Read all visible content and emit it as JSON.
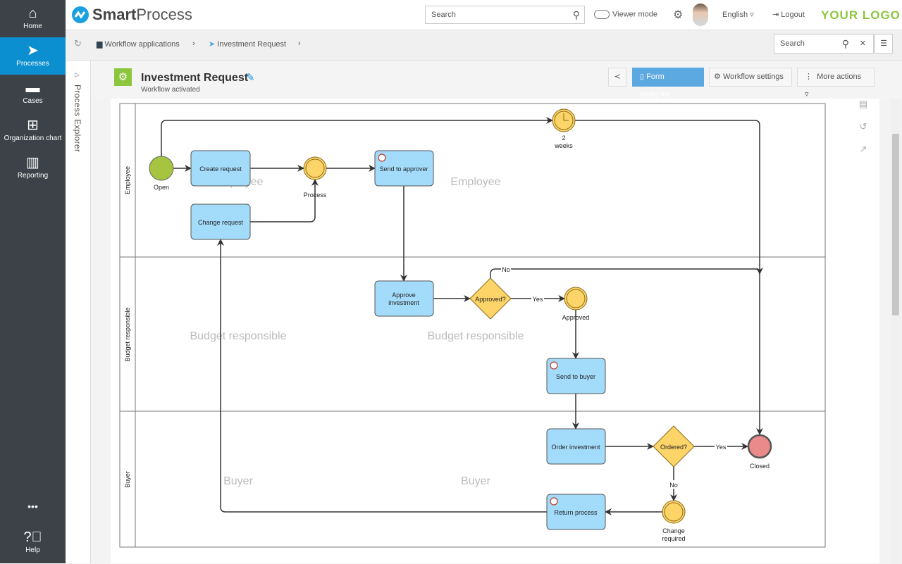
{
  "sidebar": {
    "items": [
      {
        "label": "Home",
        "icon": "home-icon"
      },
      {
        "label": "Processes",
        "icon": "processes-icon",
        "active": true
      },
      {
        "label": "Cases",
        "icon": "folder-icon"
      },
      {
        "label": "Organization chart",
        "icon": "org-chart-icon"
      },
      {
        "label": "Reporting",
        "icon": "reporting-icon"
      }
    ],
    "more": "•••",
    "help": "Help"
  },
  "header": {
    "brand_a": "Smart",
    "brand_b": "Process",
    "search_placeholder": "Search",
    "viewer_mode": "Viewer mode",
    "language": "English",
    "logout": "Logout",
    "your_logo": "YOUR LOGO"
  },
  "breadcrumb": {
    "items": [
      "Workflow applications",
      "Investment Request"
    ],
    "search_placeholder": "Search"
  },
  "explorer": {
    "label": "Process Explorer"
  },
  "page": {
    "title": "Investment Request",
    "subtitle": "Workflow activated",
    "form_designer": "Form designer",
    "workflow_settings": "Workflow settings",
    "more_actions": "More actions"
  },
  "diagram": {
    "lanes": [
      "Employee",
      "Budget responsible",
      "Buyer"
    ],
    "nodes": {
      "open": "Open",
      "create": "Create request",
      "process": "Process",
      "send_approver": "Send to approver",
      "timer": [
        "2",
        "weeks"
      ],
      "change": "Change request",
      "approve": [
        "Approve",
        "investment"
      ],
      "approved_q": "Approved?",
      "approved": "Approved",
      "send_buyer": "Send to buyer",
      "order": "Order investment",
      "ordered_q": "Ordered?",
      "closed": "Closed",
      "change_required": [
        "Change",
        "required"
      ],
      "return": "Return process"
    },
    "edges": {
      "yes1": "Yes",
      "no1": "No",
      "yes2": "Yes",
      "no2": "No"
    },
    "colors": {
      "task": "#a3dcfb",
      "event": "#fdd468",
      "start": "#a6c43f",
      "end": "#ea8a8a",
      "brand_green": "#8cc63f",
      "accent": "#0b8fd0"
    }
  }
}
